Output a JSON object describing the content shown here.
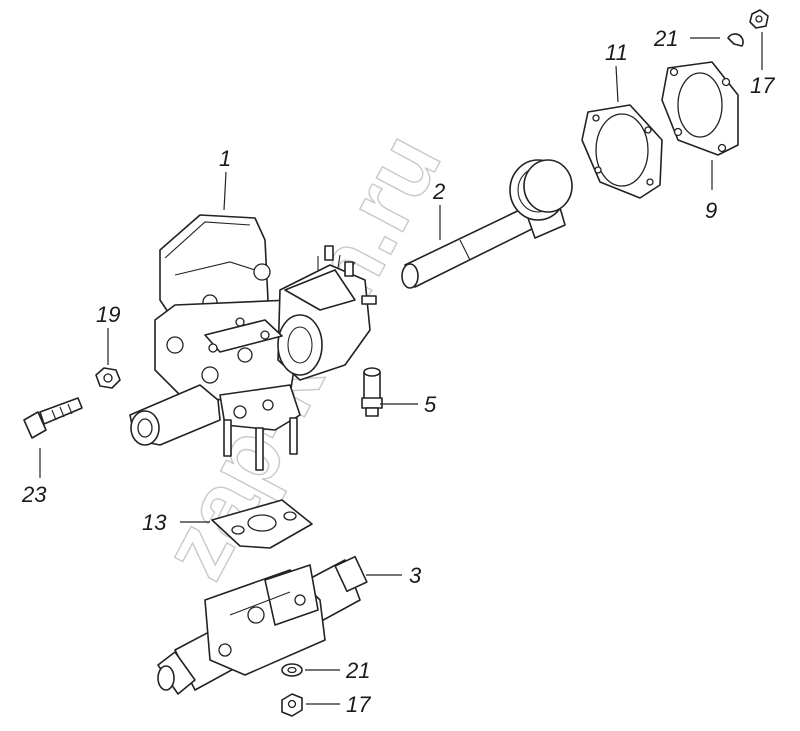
{
  "watermark": "zap-kam.ru",
  "callouts": {
    "c1": "1",
    "c2": "2",
    "c3": "3",
    "c5": "5",
    "c9": "9",
    "c11": "11",
    "c13": "13",
    "c17a": "17",
    "c17b": "17",
    "c19": "19",
    "c21a": "21",
    "c21b": "21",
    "c23": "23"
  }
}
